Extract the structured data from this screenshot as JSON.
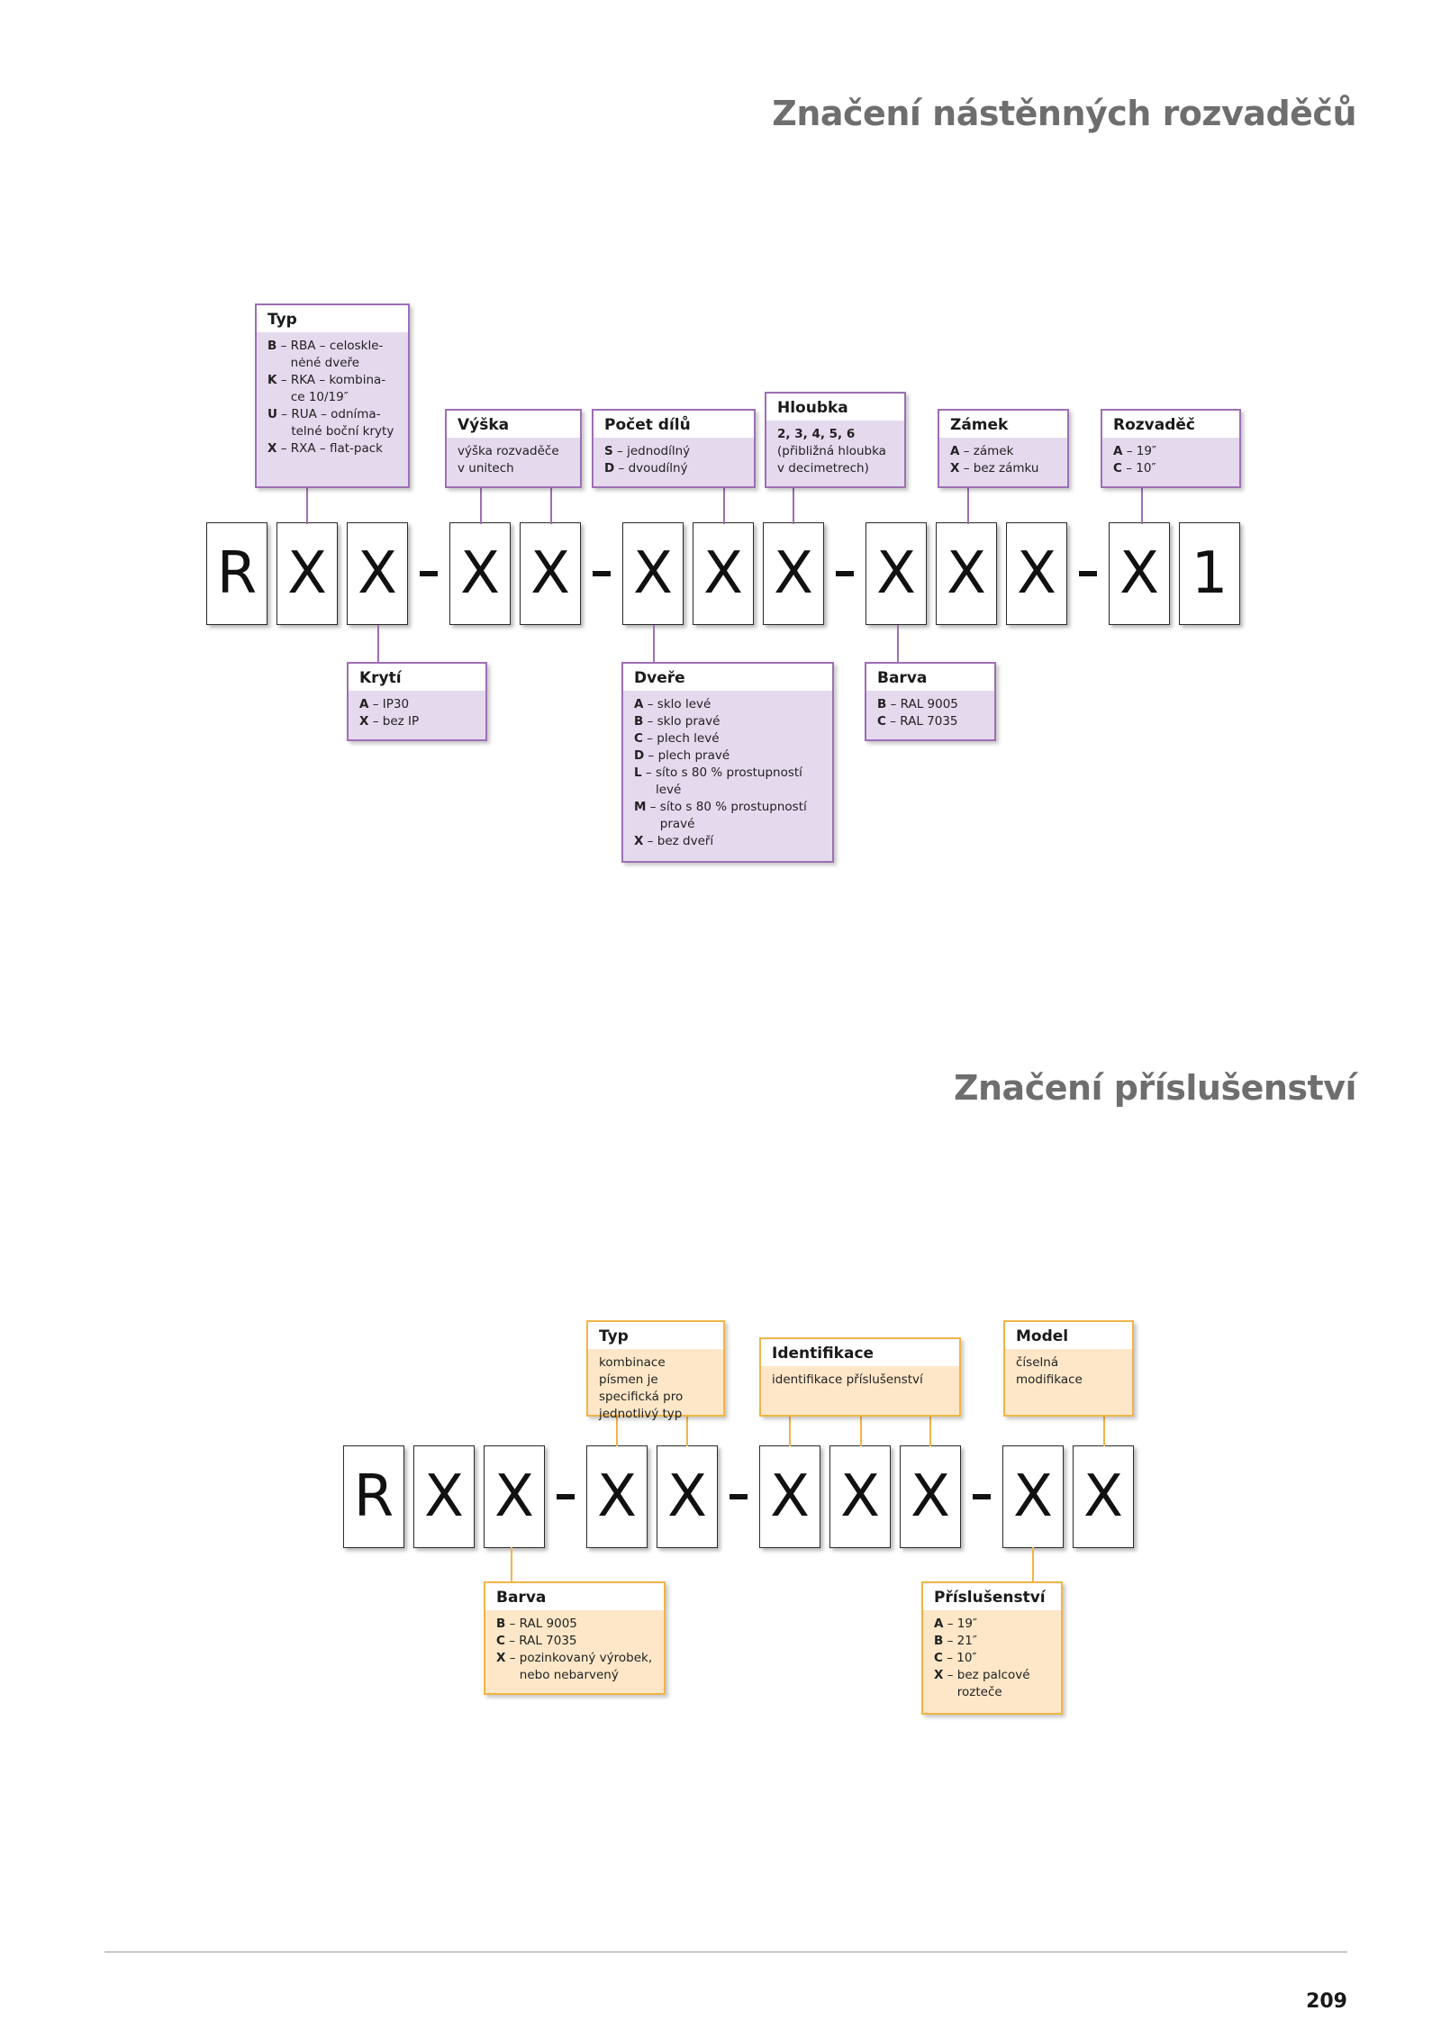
{
  "sections": [
    {
      "title": "Značení nástěnných rozvaděčů",
      "code": [
        "R",
        "X",
        "X",
        "-",
        "X",
        "X",
        "-",
        "X",
        "X",
        "X",
        "-",
        "X",
        "X",
        "X",
        "-",
        "X",
        "1"
      ],
      "boxes": [
        {
          "id": "typ",
          "heading": "Typ",
          "lines": [
            {
              "key": "B",
              "text": "RBA – celoskle-nėné dveře"
            },
            {
              "key": "K",
              "text": "RKA – kombina-ce 10/19″"
            },
            {
              "key": "U",
              "text": "RUA – odníma-telné boční kryty"
            },
            {
              "key": "X",
              "text": "RXA – flat-pack"
            }
          ]
        },
        {
          "id": "vyska",
          "heading": "Výška",
          "text": "výška rozvaděče v unitech"
        },
        {
          "id": "pocet",
          "heading": "Počet dílů",
          "lines": [
            {
              "key": "S",
              "text": "jednodílný"
            },
            {
              "key": "D",
              "text": "dvoudílný"
            }
          ]
        },
        {
          "id": "hloubka",
          "heading": "Hloubka",
          "bold_text": "2, 3, 4, 5, 6",
          "text": "(přibližná hloubka v decimetrech)"
        },
        {
          "id": "zamek",
          "heading": "Zámek",
          "lines": [
            {
              "key": "A",
              "text": "zámek"
            },
            {
              "key": "X",
              "text": "bez zámku"
            }
          ]
        },
        {
          "id": "rozvadec",
          "heading": "Rozvaděč",
          "lines": [
            {
              "key": "A",
              "text": "19″"
            },
            {
              "key": "C",
              "text": "10″"
            }
          ]
        },
        {
          "id": "kryti",
          "heading": "Krytí",
          "lines": [
            {
              "key": "A",
              "text": "IP30"
            },
            {
              "key": "X",
              "text": "bez IP"
            }
          ]
        },
        {
          "id": "dvere",
          "heading": "Dveře",
          "lines": [
            {
              "key": "A",
              "text": "sklo levé"
            },
            {
              "key": "B",
              "text": "sklo pravé"
            },
            {
              "key": "C",
              "text": "plech levé"
            },
            {
              "key": "D",
              "text": "plech pravé"
            },
            {
              "key": "L",
              "text": "síto s 80 % prostupností levé"
            },
            {
              "key": "M",
              "text": "síto s 80 % prostupností pravé"
            },
            {
              "key": "X",
              "text": "bez dveří"
            }
          ]
        },
        {
          "id": "barva",
          "heading": "Barva",
          "lines": [
            {
              "key": "B",
              "text": "RAL 9005"
            },
            {
              "key": "C",
              "text": "RAL 7035"
            }
          ]
        }
      ]
    },
    {
      "title": "Značení příslušenství",
      "code": [
        "R",
        "X",
        "X",
        "-",
        "X",
        "X",
        "-",
        "X",
        "X",
        "X",
        "-",
        "X",
        "X"
      ],
      "boxes": [
        {
          "id": "typ",
          "heading": "Typ",
          "text": "kombinace písmen je specifická pro jednotlivý typ"
        },
        {
          "id": "ident",
          "heading": "Identifikace",
          "text": "identifikace příslušenství"
        },
        {
          "id": "model",
          "heading": "Model",
          "text": "číselná modifikace"
        },
        {
          "id": "barva",
          "heading": "Barva",
          "lines": [
            {
              "key": "B",
              "text": "RAL 9005"
            },
            {
              "key": "C",
              "text": "RAL 7035"
            },
            {
              "key": "X",
              "text": "pozinkovaný výrobek, nebo nebarvený"
            }
          ]
        },
        {
          "id": "prisl",
          "heading": "Příslušenství",
          "lines": [
            {
              "key": "A",
              "text": "19″"
            },
            {
              "key": "B",
              "text": "21″"
            },
            {
              "key": "C",
              "text": "10″"
            },
            {
              "key": "X",
              "text": "bez palcové rozteče"
            }
          ]
        }
      ]
    }
  ],
  "page_number": "209",
  "colors": {
    "section1_border": "#9d6fb5",
    "section1_fill": "#e5d9ee",
    "section2_border": "#f2b447",
    "section2_fill": "#fde7c8",
    "title": "#6e6e6e"
  }
}
